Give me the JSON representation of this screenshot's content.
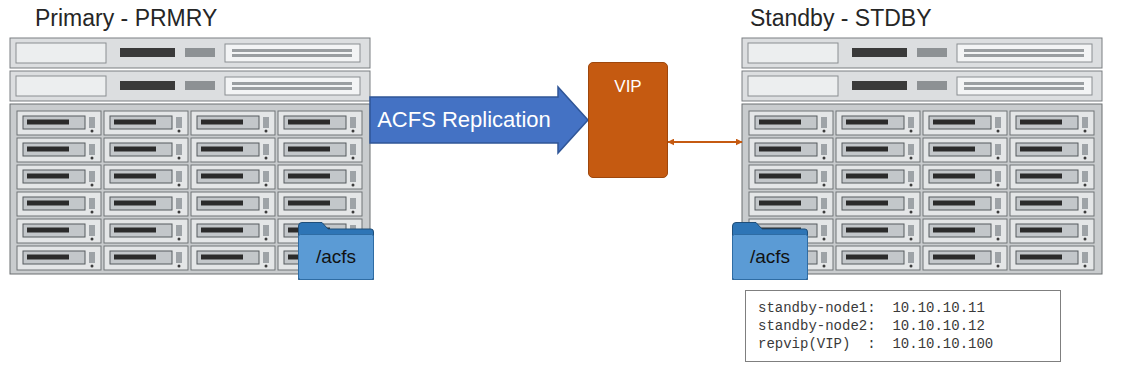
{
  "diagram": {
    "nodes": [
      {
        "text": [
          "Primary - PRMRY"
        ]
      },
      {
        "text": [
          "/acfs"
        ]
      },
      {
        "text": [
          "VIP"
        ]
      },
      {
        "text": [
          "Standby - STDBY"
        ]
      },
      {
        "text": [
          "/acfs"
        ]
      },
      {
        "text": [
          "standby-node1:  10.10.10.11",
          "standby-node2:  10.10.10.12",
          "repvip(VIP)  :  10.10.10.100"
        ]
      }
    ],
    "edges": [
      {
        "from": 0,
        "to": 2,
        "label": "ACFS Replication",
        "arrow": "to"
      },
      {
        "from": 2,
        "to": 3,
        "arrow": "both"
      }
    ]
  }
}
